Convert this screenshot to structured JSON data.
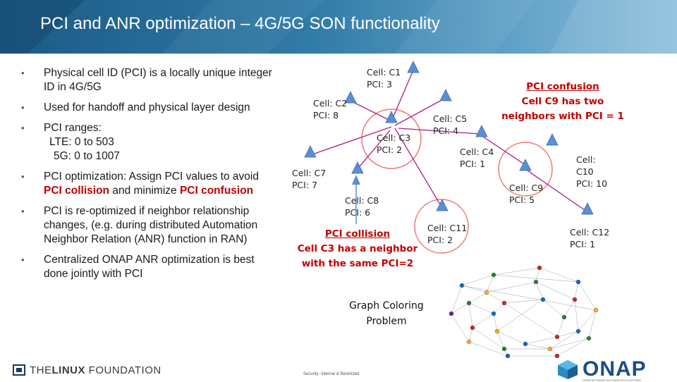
{
  "slide": {
    "title": "PCI and ANR optimization – 4G/5G SON functionality"
  },
  "bullets": {
    "b1": "Physical cell ID (PCI) is a locally unique integer ID in 4G/5G",
    "b2": "Used for handoff and physical layer design",
    "b3": "PCI ranges:",
    "b3_lte": "LTE: 0 to 503",
    "b3_5g": "5G: 0 to 1007",
    "b4_pre": "PCI optimization: Assign PCI values to avoid ",
    "b4_red1": "PCI collision",
    "b4_mid": " and minimize ",
    "b4_red2": "PCI confusion",
    "b5": "PCI is re-optimized if neighbor relationship changes, (e.g. during distributed Automation Neighbor Relation (ANR) function in RAN)",
    "b6": "Centralized ONAP ANR optimization is best done jointly with PCI"
  },
  "cells": {
    "c1": {
      "name": "Cell: C1",
      "pci": "PCI: 3"
    },
    "c2": {
      "name": "Cell: C2",
      "pci": "PCI: 8"
    },
    "c3": {
      "name": "Cell: C3",
      "pci": "PCI: 2"
    },
    "c4": {
      "name": "Cell: C4",
      "pci": "PCI: 1"
    },
    "c5": {
      "name": "Cell: C5",
      "pci": "PCI: 4"
    },
    "c6": {
      "name": "Cell: C8",
      "pci": "PCI: 6"
    },
    "c7": {
      "name": "Cell: C7",
      "pci": "PCI: 7"
    },
    "c9": {
      "name": "Cell: C9",
      "pci": "PCI: 5"
    },
    "c10": {
      "name": "Cell:",
      "name2": "C10",
      "pci": "PCI: 10"
    },
    "c11": {
      "name": "Cell: C11",
      "pci": "PCI: 2"
    },
    "c12": {
      "name": "Cell: C12",
      "pci": "PCI: 1"
    }
  },
  "annotations": {
    "collision_head": "PCI collision",
    "collision_l2": "Cell C3 has a neighbor",
    "collision_l3": "with the same PCI=2",
    "confusion_head": "PCI confusion",
    "confusion_l2": "Cell C9 has two",
    "confusion_l3": "neighbors with PCI = 1",
    "graph_l1": "Graph Coloring",
    "graph_l2": "Problem"
  },
  "footer": {
    "lf_the": "THE",
    "lf_linux": "LINUX",
    "lf_foundation": " FOUNDATION",
    "classification": "Security: Internal & Restricted",
    "onap": "ONAP",
    "onap_tag": "OPEN NETWORK AUTOMATION PLATFORM"
  },
  "colors": {
    "banner": "#2f7aa6",
    "red": "#c00000",
    "triangle": "#5b8ed6",
    "edge": "#b01c8a",
    "circle": "#ee7777"
  }
}
